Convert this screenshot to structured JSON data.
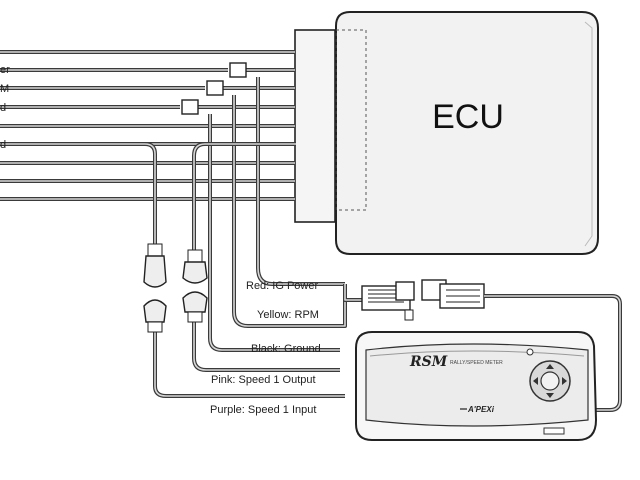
{
  "ecu": {
    "label": "ECU"
  },
  "left_labels": [
    "er",
    "M",
    "d",
    "d"
  ],
  "wire_labels": {
    "red": "Red: IG Power",
    "yellow": "Yellow: RPM",
    "black": "Black: Ground",
    "pink": "Pink: Speed 1 Output",
    "purple": "Purple: Speed 1 Input"
  },
  "meter": {
    "logo": "RSM",
    "subtitle": "RALLY/SPEED METER",
    "brand": "A'PEXi"
  }
}
